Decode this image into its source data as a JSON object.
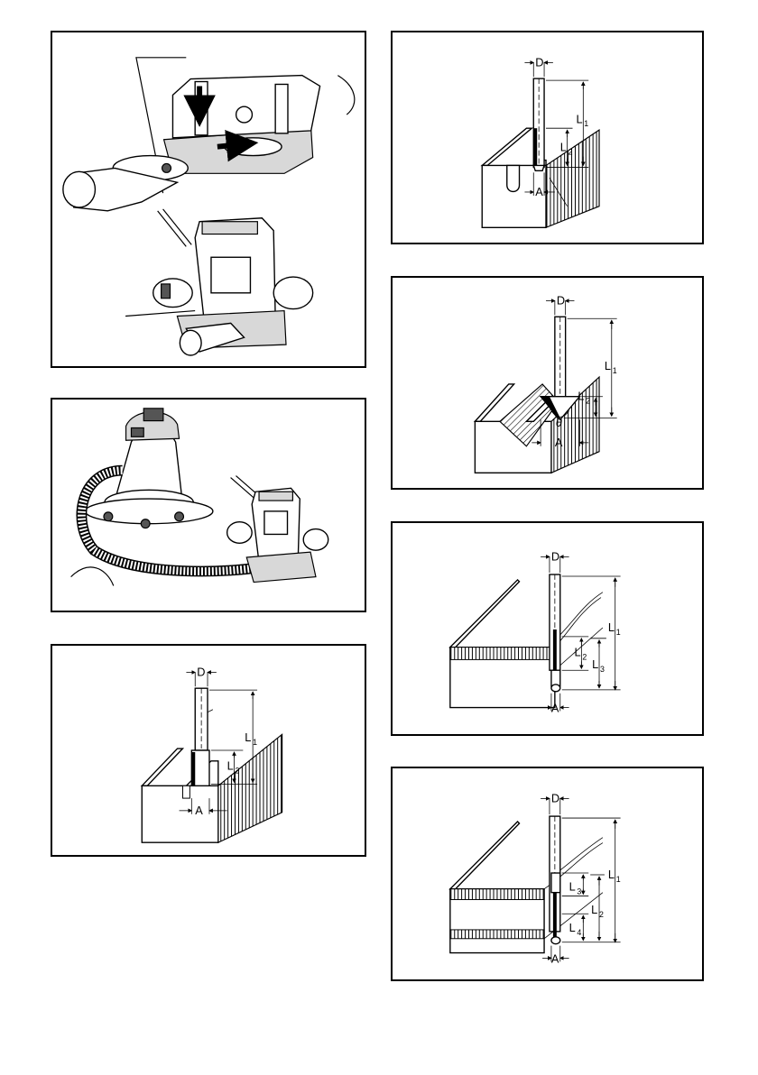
{
  "figures": {
    "fig_dust_nozzle": {},
    "fig_vacuum": {},
    "fig_straight_bit": {
      "labels": {
        "d": "D",
        "l1": "L",
        "l1_sub": "1",
        "l2": "L",
        "l2_sub": "2",
        "a": "A"
      }
    },
    "fig_u_groove_bit": {
      "labels": {
        "d": "D",
        "l1": "L",
        "l1_sub": "1",
        "l2": "L",
        "l2_sub": "2",
        "a": "A"
      }
    },
    "fig_v_groove_bit": {
      "labels": {
        "d": "D",
        "l1": "L",
        "l1_sub": "1",
        "l2": "L",
        "l2_sub": "2",
        "a": "A",
        "theta": "θ"
      }
    },
    "fig_flush_trim_bit": {
      "labels": {
        "d": "D",
        "l1": "L",
        "l1_sub": "1",
        "l2": "L",
        "l2_sub": "2",
        "l3": "L",
        "l3_sub": "3",
        "a": "A"
      }
    },
    "fig_double_flush_trim_bit": {
      "labels": {
        "d": "D",
        "l1": "L",
        "l1_sub": "1",
        "l2": "L",
        "l2_sub": "2",
        "l3": "L",
        "l3_sub": "3",
        "l4": "L",
        "l4_sub": "4",
        "a": "A"
      }
    }
  }
}
